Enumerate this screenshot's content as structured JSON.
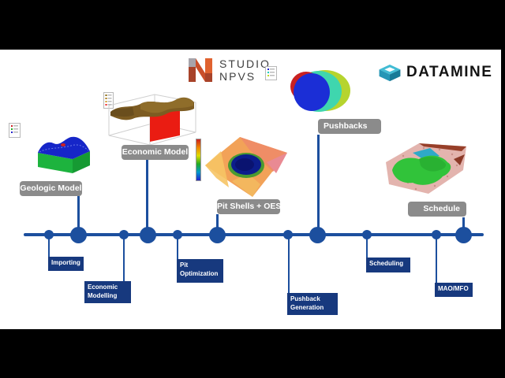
{
  "header": {
    "studio_logo": {
      "line1": "STUDIO",
      "line2": "NPVS"
    },
    "datamine_logo": {
      "text": "DATAMINE"
    }
  },
  "timeline": {
    "milestones": [
      {
        "label": "Geologic Model"
      },
      {
        "label": "Economic Model"
      },
      {
        "label": "Pit Shells + OES"
      },
      {
        "label": "Pushbacks"
      },
      {
        "label": "Schedule"
      }
    ],
    "stages": [
      {
        "label": "Importing"
      },
      {
        "label": "Economic Modelling"
      },
      {
        "label": "Pit Optimization"
      },
      {
        "label": "Pushback Generation"
      },
      {
        "label": "Scheduling"
      },
      {
        "label": "MAO/MFO"
      }
    ]
  },
  "figures": {
    "geologic_model_image": "3d-block-model-blue-top-green-body",
    "economic_model_image": "terrain-surface-with-red-section-plane",
    "pushbacks_image": "nested-pit-pushbacks-top-view",
    "pit_shells_image": "orange-contour-surface-with-navy-pit",
    "schedule_image": "pink-terrain-with-green-schedule-zones",
    "legend_icons": "mini-legend-panels",
    "colorbar_icon": "vertical-color-scale"
  },
  "colors": {
    "timeline_blue": "#1c4f9e",
    "stage_navy": "#17397e",
    "milestone_gray": "#8b8b8b",
    "slide_white": "#ffffff",
    "letterbox_black": "#000000",
    "studio_text_gray": "#404040",
    "datamine_text_black": "#131313",
    "datamine_teal": "#2fa9c2",
    "npvs_orange": "#c8542f"
  }
}
